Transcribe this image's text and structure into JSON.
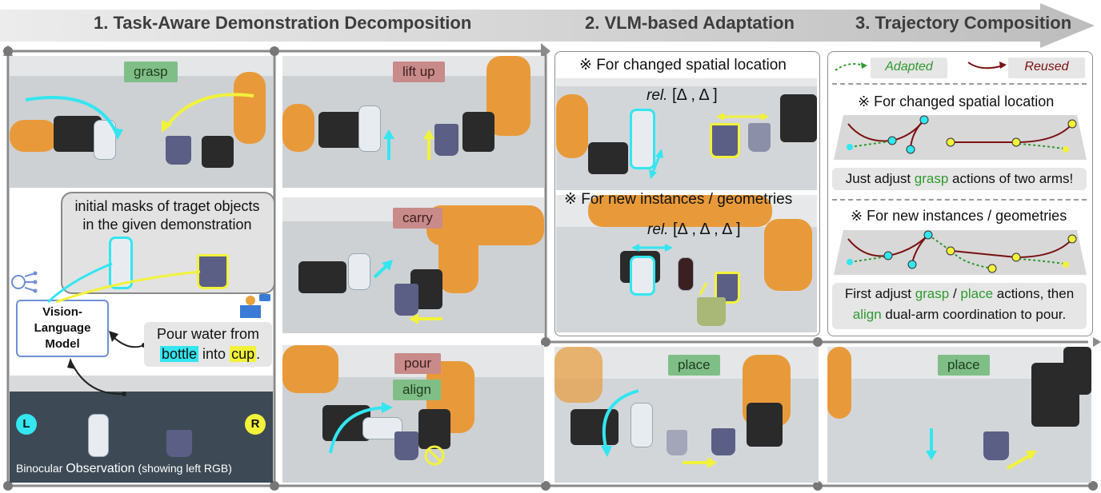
{
  "header": {
    "step1": "1. Task-Aware Demonstration Decomposition",
    "step2": "2. VLM-based Adaptation",
    "step3": "3. Trajectory Composition"
  },
  "stages": {
    "grasp": "grasp",
    "lift_up": "lift up",
    "carry": "carry",
    "pour": "pour",
    "align": "align",
    "place_mid": "place",
    "place_right": "place"
  },
  "observation": {
    "masks_text_line1": "initial masks of traget objects",
    "masks_text_line2": "in the given demonstration",
    "vlm_line1": "Vision-",
    "vlm_line2": "Language",
    "vlm_line3": "Model",
    "instr_line1": "Pour water from",
    "instr_bottle": "bottle",
    "instr_into": " into ",
    "instr_cup": "cup",
    "instr_period": ".",
    "left_badge": "L",
    "right_badge": "R",
    "caption_a": "Binocular ",
    "caption_b": "Observation",
    "caption_c": " (showing left RGB)"
  },
  "adaptation": {
    "spatial_title": "※ For changed spatial location",
    "spatial_rel_word": "rel.",
    "spatial_rel_formula": "[Δ  , Δ  ]",
    "instances_title": "※ For new instances / geometries",
    "instances_rel_word": "rel.",
    "instances_rel_formula": "[Δ  , Δ  , Δ  ]"
  },
  "composition": {
    "legend_adapted": "Adapted",
    "legend_reused": "Reused",
    "spatial_title": "※ For changed spatial location",
    "spatial_note_a": "Just adjust ",
    "spatial_note_grasp": "grasp",
    "spatial_note_b": " actions of two arms!",
    "instances_title": "※ For new instances / geometries",
    "inst_note_a": "First adjust ",
    "inst_note_grasp": "grasp",
    "inst_note_sep": " / ",
    "inst_note_place": "place",
    "inst_note_b": " actions, then",
    "inst_note_align": "align",
    "inst_note_c": " dual-arm coordination to pour."
  },
  "colors": {
    "left_arm": "#33e6f0",
    "right_arm": "#f2f23a",
    "adapted": "#2e9a2e",
    "reused": "#7a1010",
    "stage_green": "#7fbf87",
    "stage_red": "#c98a8a"
  }
}
